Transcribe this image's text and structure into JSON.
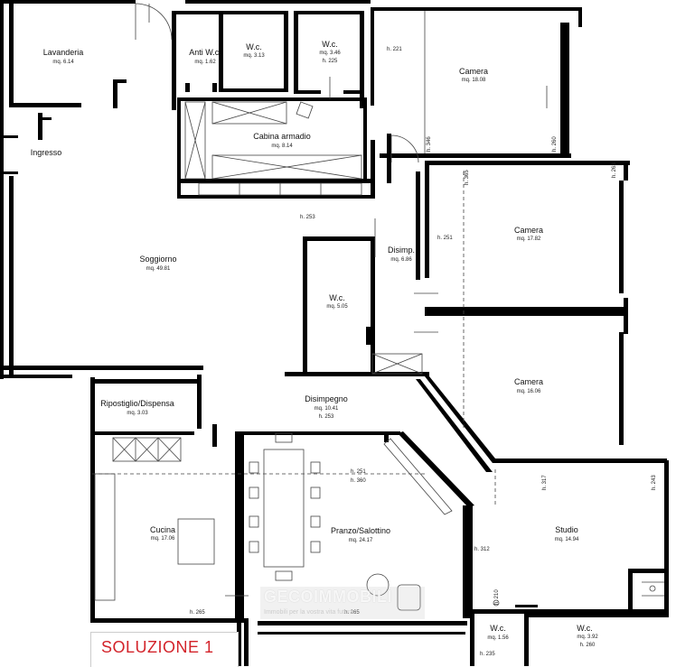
{
  "rooms": [
    {
      "key": "lavanderia",
      "name": "Lavanderia",
      "area": "mq. 6.14"
    },
    {
      "key": "anti-wc",
      "name": "Anti W.c.",
      "area": "mq. 1.62"
    },
    {
      "key": "wc-1",
      "name": "W.c.",
      "area": "mq. 3.13"
    },
    {
      "key": "wc-2",
      "name": "W.c.",
      "area": "mq. 3.46",
      "height": "h. 225"
    },
    {
      "key": "camera-1",
      "name": "Camera",
      "area": "mq. 18.08"
    },
    {
      "key": "cabina-armadio",
      "name": "Cabina armadio",
      "area": "mq. 8.14"
    },
    {
      "key": "ingresso",
      "name": "Ingresso"
    },
    {
      "key": "soggiorno",
      "name": "Soggiorno",
      "area": "mq. 49.81"
    },
    {
      "key": "disimp",
      "name": "Disimp.",
      "area": "mq. 6.86"
    },
    {
      "key": "camera-2",
      "name": "Camera",
      "area": "mq. 17.82"
    },
    {
      "key": "wc-3",
      "name": "W.c.",
      "area": "mq. 5.05"
    },
    {
      "key": "camera-3",
      "name": "Camera",
      "area": "mq. 16.06"
    },
    {
      "key": "ripostiglio",
      "name": "Ripostiglio/Dispensa",
      "area": "mq. 3.03"
    },
    {
      "key": "disimpegno",
      "name": "Disimpegno",
      "area": "mq. 10.41",
      "height": "h. 253"
    },
    {
      "key": "cucina",
      "name": "Cucina",
      "area": "mq. 17.06"
    },
    {
      "key": "pranzo",
      "name": "Pranzo/Salottino",
      "area": "mq. 24.17"
    },
    {
      "key": "studio",
      "name": "Studio",
      "area": "mq. 14.94"
    },
    {
      "key": "wc-4",
      "name": "W.c.",
      "area": "mq. 1.56"
    },
    {
      "key": "wc-5",
      "name": "W.c.",
      "area": "mq. 3.92",
      "height": "h. 260"
    }
  ],
  "heights": [
    {
      "key": "h-221",
      "text": "h. 221"
    },
    {
      "key": "h-346",
      "text": "h. 346"
    },
    {
      "key": "h-260-cam",
      "text": "h. 260"
    },
    {
      "key": "h-253-sog",
      "text": "h. 253"
    },
    {
      "key": "h-365",
      "text": "h. 365"
    },
    {
      "key": "h-263",
      "text": "h. 263"
    },
    {
      "key": "h-251-dis",
      "text": "h. 251"
    },
    {
      "key": "h-251-pr",
      "text": "h. 251"
    },
    {
      "key": "h-360",
      "text": "h. 360"
    },
    {
      "key": "h-317",
      "text": "h. 317"
    },
    {
      "key": "h-243",
      "text": "h. 243"
    },
    {
      "key": "h-312",
      "text": "h. 312"
    },
    {
      "key": "h-265-a",
      "text": "h. 265"
    },
    {
      "key": "h-265-b",
      "text": "h. 265"
    },
    {
      "key": "h-235",
      "text": "h. 235"
    },
    {
      "key": "h-210",
      "text": "h. 210"
    }
  ],
  "solution_label": "SOLUZIONE 1",
  "watermark": {
    "title": "GECOIMMOBILI",
    "subtitle": "Immobili per la vostra vita futura"
  },
  "colors": {
    "walls": "#000000",
    "thin": "#555555",
    "hatch": "#888888",
    "solution": "#d3232a"
  }
}
